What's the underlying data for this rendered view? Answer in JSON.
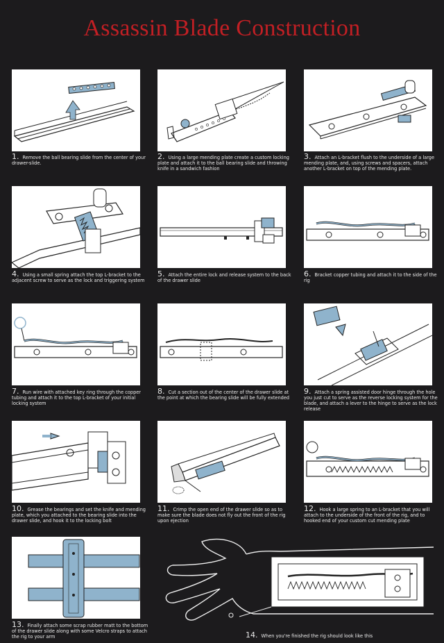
{
  "title": "Assassin Blade Construction",
  "steps": [
    {
      "num": "1.",
      "text": "Remove the ball bearing slide from the center of your drawer-slide."
    },
    {
      "num": "2.",
      "text": "Using a large mending plate create a custom locking plate and attach it to the ball bearing slide and throwing knife in a sandwich fashion"
    },
    {
      "num": "3.",
      "text": "Attach an L-bracket flush to the underside of a large mending plate, and, using screws and spacers, attach another L-bracket on top of the mending plate."
    },
    {
      "num": "4.",
      "text": "Using a small spring attach the top L-bracket to the adjacent screw to serve as the lock and triggering system"
    },
    {
      "num": "5.",
      "text": "Attach the entire lock and release system to the back of the drawer slide"
    },
    {
      "num": "6.",
      "text": "Bracket copper tubing and attach it to the side of the rig"
    },
    {
      "num": "7.",
      "text": "Run wire with attached key ring through the copper tubing and attach it to the top L-bracket of your initial locking system"
    },
    {
      "num": "8.",
      "text": "Cut a section out of the center of the drawer slide at the point at which the bearing slide will be fully extended"
    },
    {
      "num": "9.",
      "text": "Attach a spring assisted door hinge through the hole you just cut to serve as the reverse locking system for the blade, and attach a lever to the hinge to serve as the lock release"
    },
    {
      "num": "10.",
      "text": "Grease the bearings and set the knife and mending plate, which you attached to the bearing slide into the drawer slide, and hook it to the locking bolt"
    },
    {
      "num": "11.",
      "text": "Crimp the open end of the drawer slide so as to make sure the blade does not fly out the front of the rig upon ejection"
    },
    {
      "num": "12.",
      "text": "Hook a large spring to an L-bracket that you will attach to the underside of the front of the rig, and to hooked end of your custom cut mending plate"
    },
    {
      "num": "13.",
      "text": "Finally attach some scrap rubber matt to the bottom of the drawer slide along with some Velcro straps to attach the rig to your arm"
    },
    {
      "num": "14.",
      "text": "When you're finished the rig should look like this"
    }
  ],
  "colors": {
    "title": "#c21f24",
    "background": "#1c1b1d",
    "accent": "#8fb3cc"
  }
}
